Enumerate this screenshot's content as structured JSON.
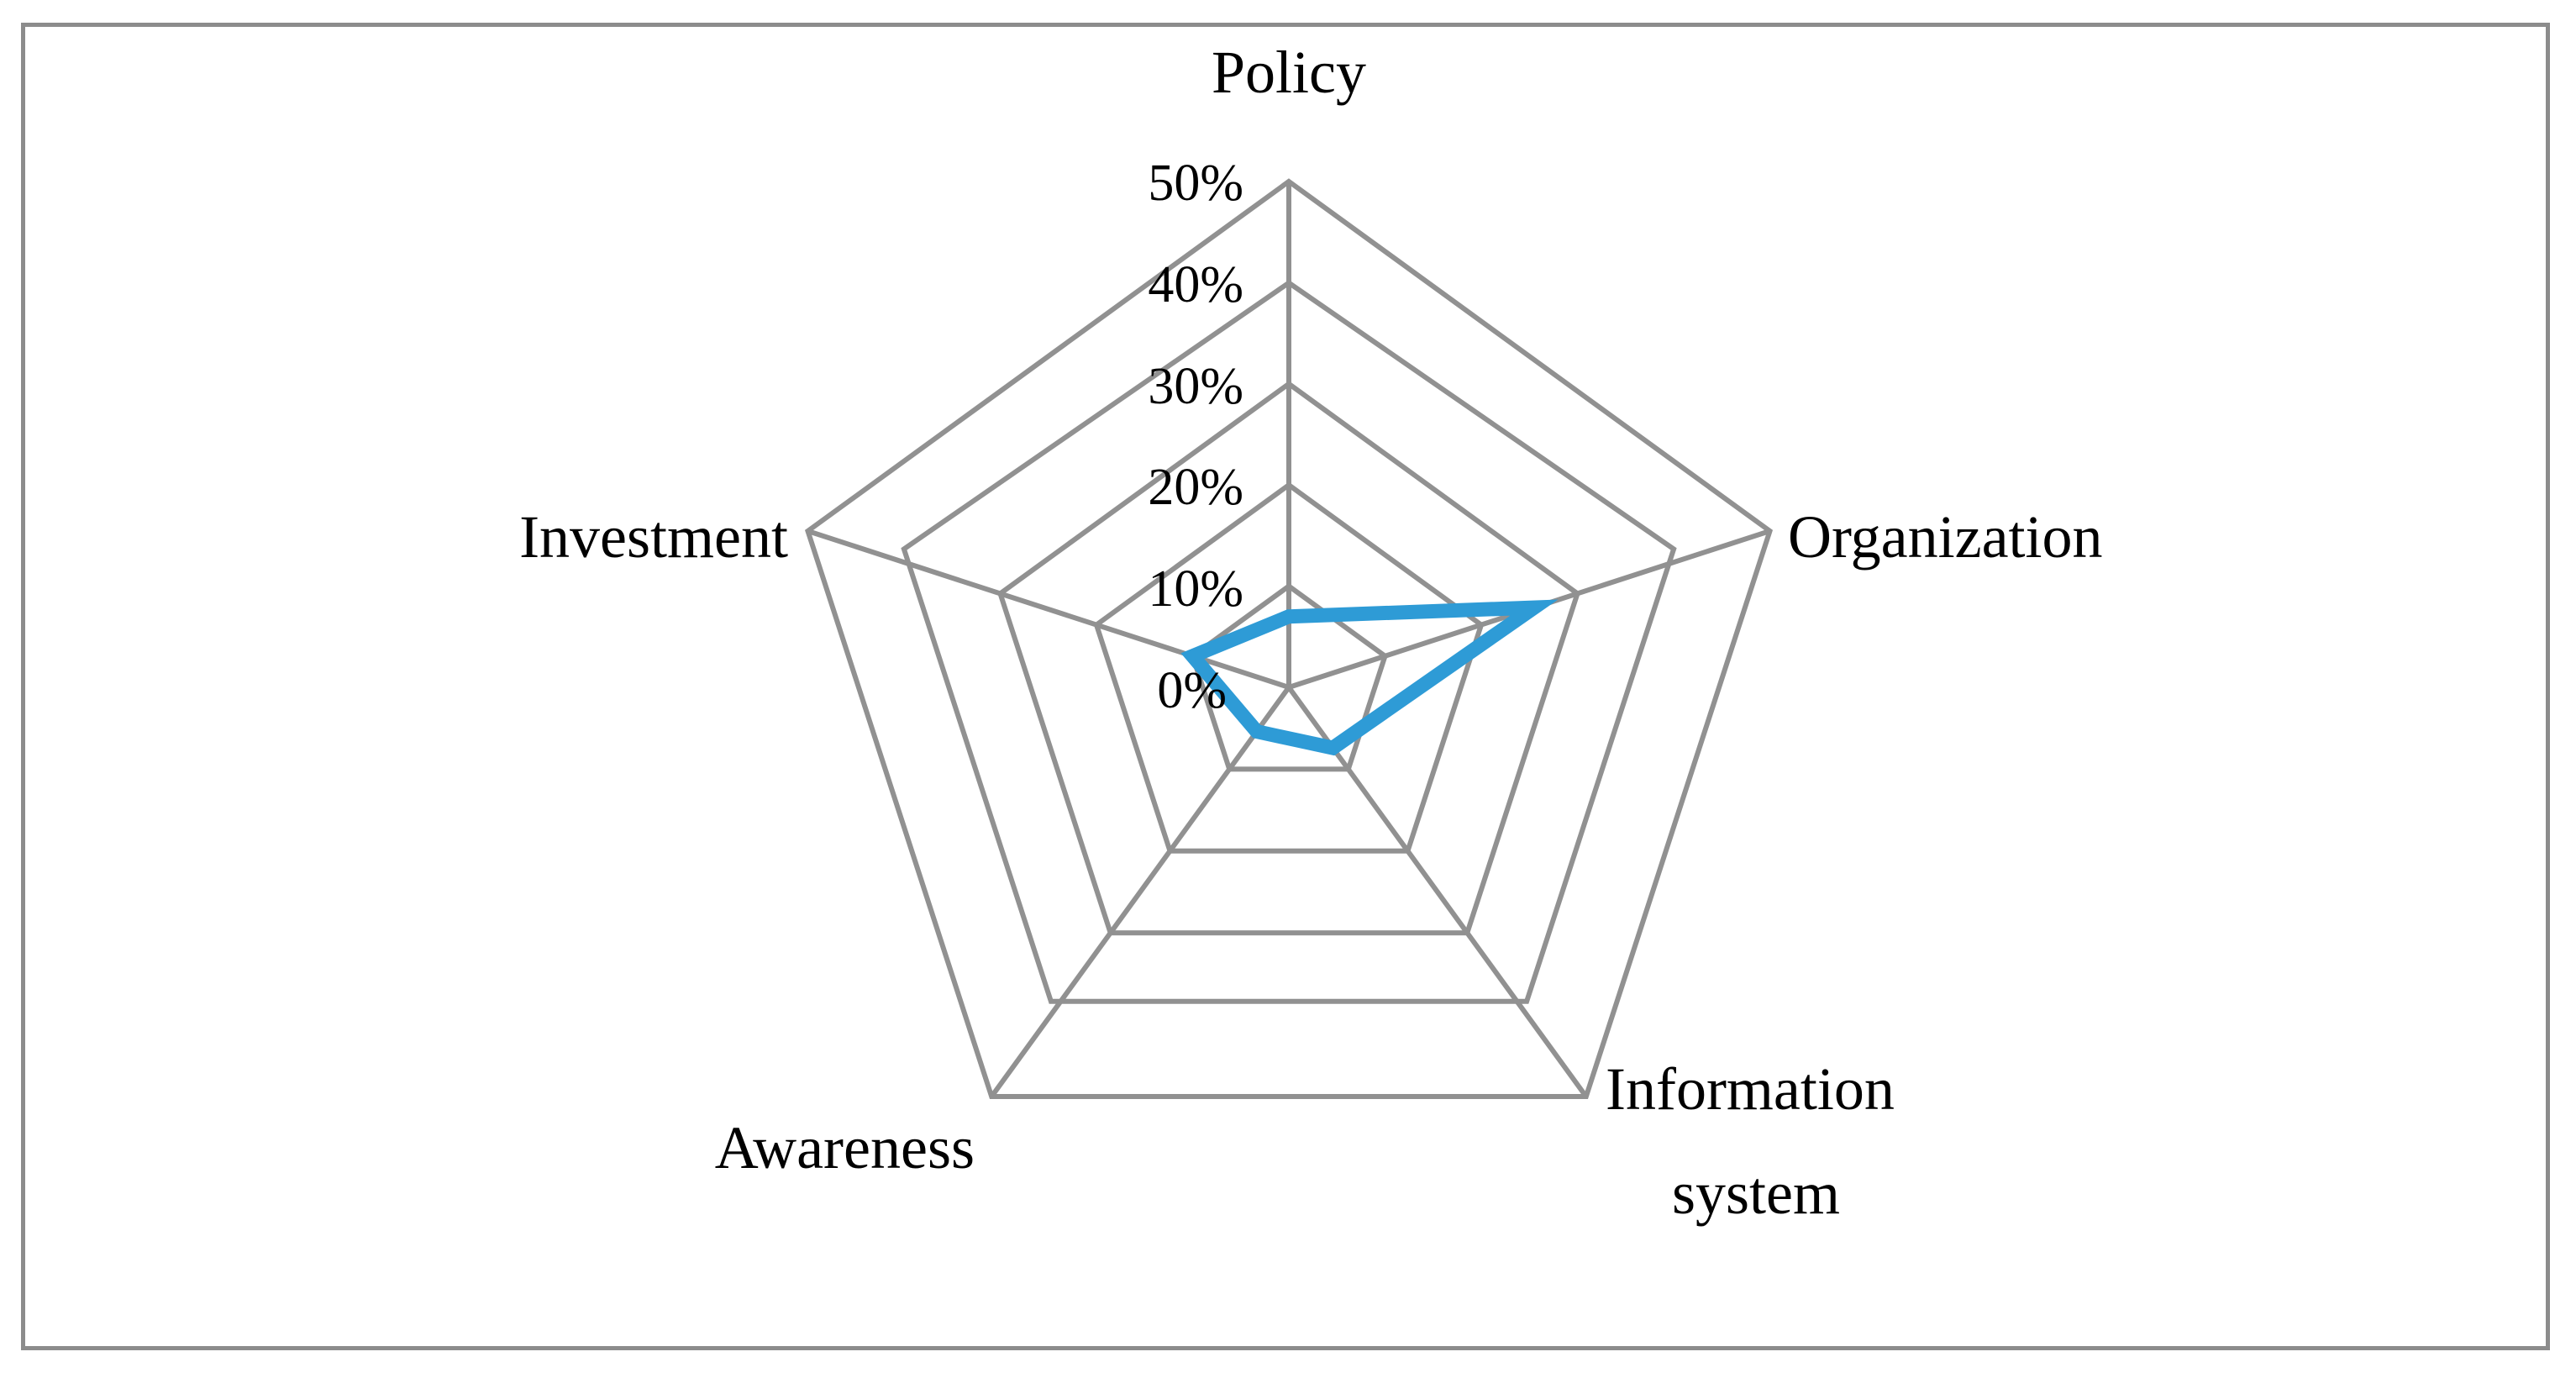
{
  "figure": {
    "frame_color": "#8c8c8c",
    "background": "#ffffff",
    "grid_color": "#919191"
  },
  "chart_data": {
    "type": "radar",
    "title": "",
    "subtitle": "",
    "xlabel": "",
    "ylabel": "",
    "grid": true,
    "legend": false,
    "legend_position": "none",
    "series_color": "#2E9BD6",
    "categories": [
      "Policy",
      "Organization",
      "Information system",
      "Awareness",
      "Investment"
    ],
    "category_label_lines": [
      [
        "Policy"
      ],
      [
        "Organization"
      ],
      [
        "Information",
        "system"
      ],
      [
        "Awareness"
      ],
      [
        "Investment"
      ]
    ],
    "tick_labels": [
      "0%",
      "10%",
      "20%",
      "30%",
      "40%",
      "50%"
    ],
    "tick_values": [
      0,
      10,
      20,
      30,
      40,
      50
    ],
    "rlim": [
      0,
      50
    ],
    "series": [
      {
        "name": "",
        "values": [
          7,
          25.5,
          7.4,
          5.4,
          10
        ]
      }
    ],
    "values": [
      7,
      25.5,
      7.4,
      5.4,
      10
    ]
  },
  "labels": {
    "policy": "Policy",
    "organization": "Organization",
    "information_system_line1": "Information",
    "information_system_line2": "system",
    "awareness": "Awareness",
    "investment": "Investment",
    "tick_50": "50%",
    "tick_40": "40%",
    "tick_30": "30%",
    "tick_20": "20%",
    "tick_10": "10%",
    "tick_0": "0%"
  }
}
